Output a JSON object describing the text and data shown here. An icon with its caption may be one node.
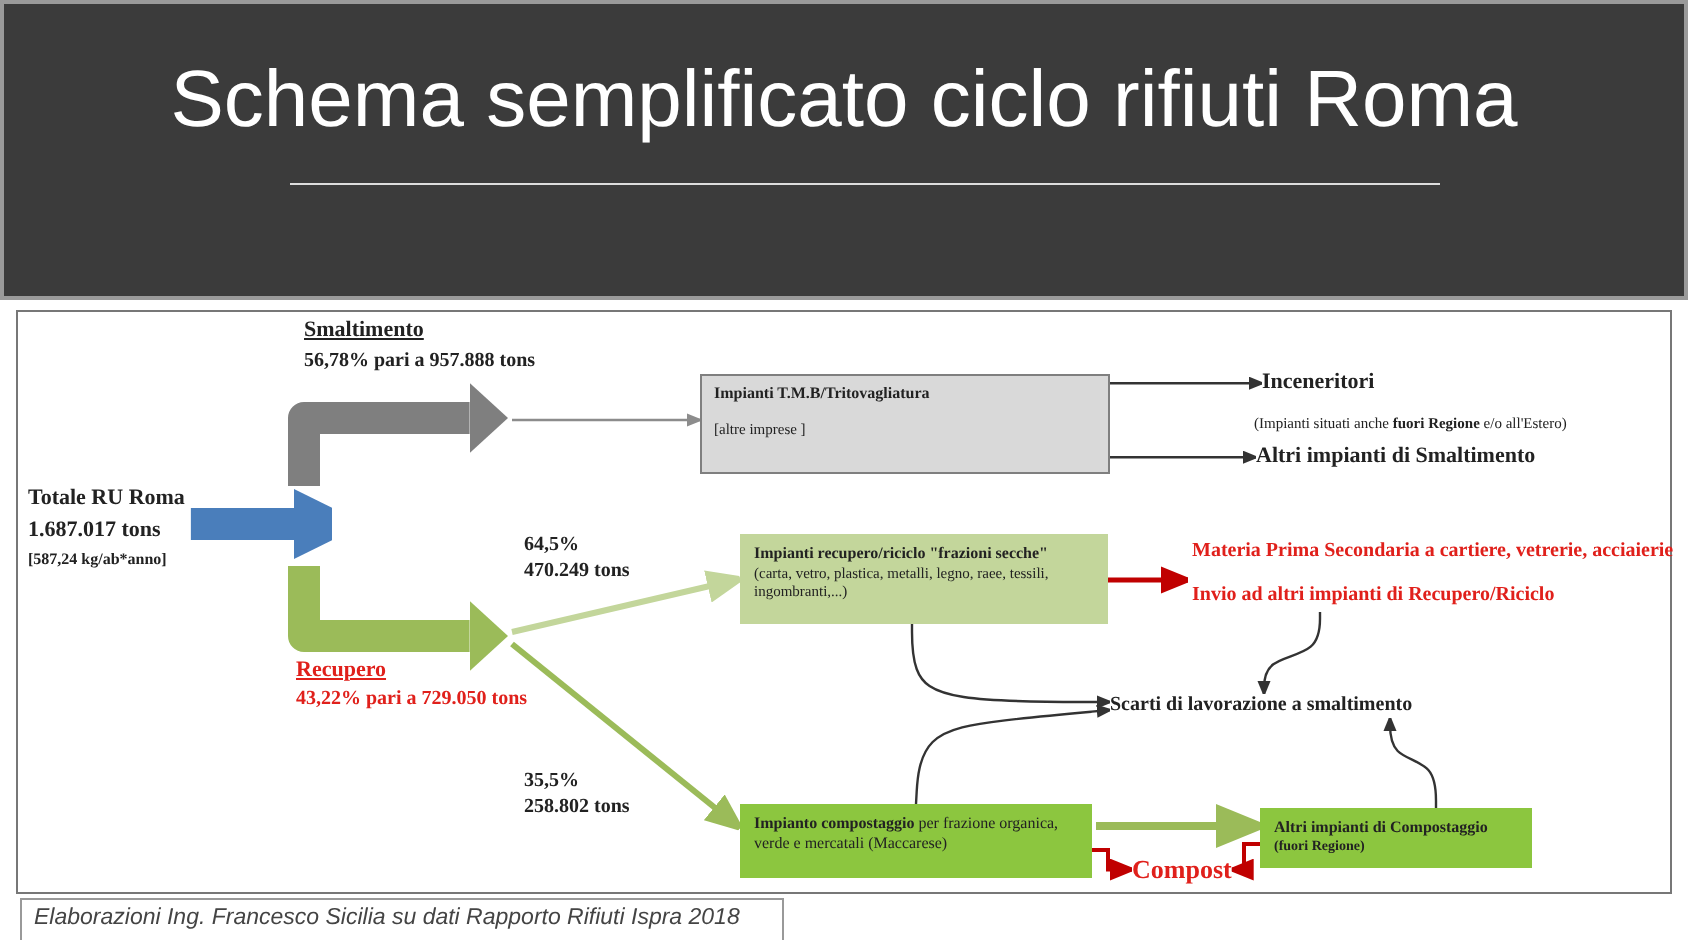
{
  "diagram": {
    "title": "Schema semplificato ciclo rifiuti Roma",
    "caption": "Elaborazioni Ing. Francesco Sicilia su dati Rapporto Rifiuti Ispra 2018",
    "nodes": [
      {
        "text": [
          "Totale RU Roma",
          "1.687.017 tons",
          "[587,24 kg/ab*anno]"
        ]
      },
      {
        "text": [
          "Impianti T.M.B/Tritovagliatura",
          "[altre imprese ]"
        ]
      },
      {
        "text": [
          "Inceneritori"
        ]
      },
      {
        "text": [
          "Altri impianti di Smaltimento"
        ]
      },
      {
        "text": [
          "Impianti recupero/riciclo \"frazioni secche\"",
          "(carta, vetro, plastica, metalli, legno, raee, tessili, ingombranti,...)"
        ]
      },
      {
        "text": [
          "Materia Prima Secondaria a cartiere, vetrerie, acciaierie"
        ]
      },
      {
        "text": [
          "Invio ad altri impianti di Recupero/Riciclo"
        ]
      },
      {
        "text": [
          "Scarti di lavorazione a smaltimento"
        ]
      },
      {
        "text": [
          "**Impianto compostaggio** per frazione organica, verde e mercatali (Maccarese)"
        ]
      },
      {
        "text": [
          "Altri impianti di Compostaggio",
          "(fuori Regione)"
        ]
      },
      {
        "text": [
          "Compost"
        ]
      }
    ],
    "edges": [
      {
        "from": 0,
        "to": null,
        "arrow": "to",
        "style": "thick",
        "color": "#4a7ebb"
      },
      {
        "from": null,
        "to": 1,
        "arrow": "to",
        "color": "#8c8c8c"
      },
      {
        "from": 1,
        "to": 2,
        "arrow": "to"
      },
      {
        "from": 1,
        "to": 3,
        "arrow": "to"
      },
      {
        "from": null,
        "to": 4,
        "arrow": "to",
        "label": "64,5% 470.249 tons",
        "style": "thick",
        "color": "#c3d69b"
      },
      {
        "from": null,
        "to": 8,
        "arrow": "to",
        "label": "35,5% 258.802 tons",
        "style": "thick",
        "color": "#9bbb59"
      },
      {
        "from": 4,
        "to": 5,
        "arrow": "to",
        "color": "#c00000"
      },
      {
        "from": 4,
        "to": 7,
        "arrow": "to"
      },
      {
        "from": 6,
        "to": 7,
        "arrow": "to"
      },
      {
        "from": 8,
        "to": 7,
        "arrow": "to"
      },
      {
        "from": 9,
        "to": 7,
        "arrow": "to"
      },
      {
        "from": 8,
        "to": 9,
        "arrow": "to",
        "style": "thick",
        "color": "#9bbb59"
      },
      {
        "from": 8,
        "to": 10,
        "arrow": "to",
        "color": "#c00000"
      },
      {
        "from": 9,
        "to": 10,
        "arrow": "to",
        "color": "#c00000"
      }
    ],
    "labels": [
      "Smaltimento",
      "56,78% pari a 957.888 tons",
      "(Impianti situati anche **fuori Regione** e/o all'Estero)",
      "Recupero",
      "43,22% pari a 729.050 tons"
    ]
  }
}
